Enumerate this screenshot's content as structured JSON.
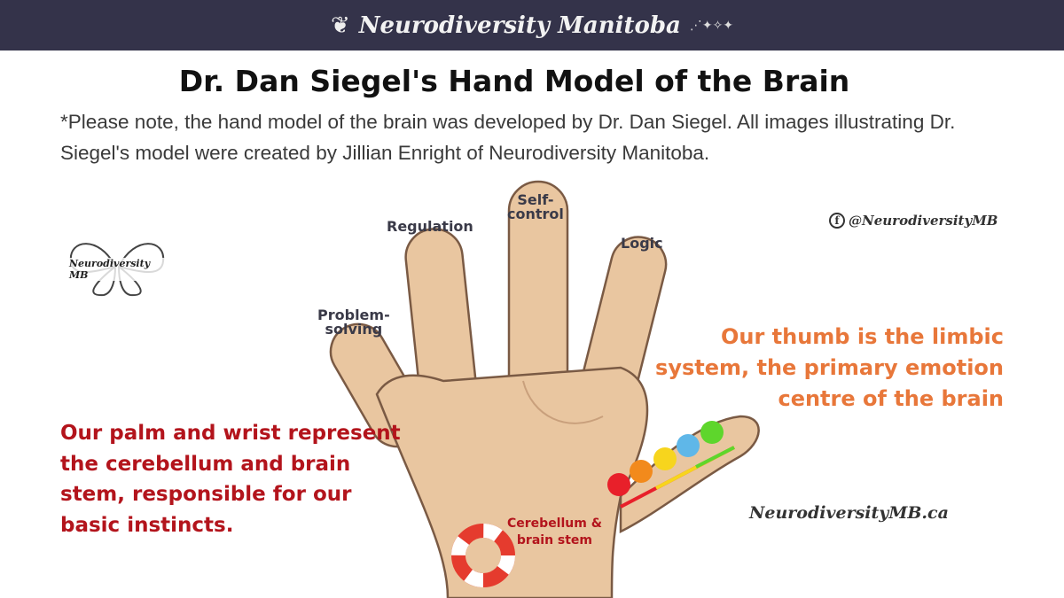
{
  "header": {
    "brand": "Neurodiversity Manitoba"
  },
  "title": "Dr. Dan Siegel's Hand Model of the Brain",
  "note": "*Please note, the hand model of the brain was developed by Dr. Dan Siegel. All images illustrating Dr. Siegel's model were created by Jillian Enright of Neurodiversity Manitoba.",
  "fingers": {
    "problem_solving": "Problem-\nsolving",
    "regulation": "Regulation",
    "self_control": "Self-\ncontrol",
    "logic": "Logic"
  },
  "palm_text": "Our palm and wrist represent the cerebellum and brain stem, responsible for our basic instincts.",
  "thumb_text": "Our thumb is the limbic system, the primary emotion centre of the brain",
  "cerebellum_label": "Cerebellum &\nbrain stem",
  "logo_text": "Neurodiversity MB",
  "social_handle": "@NeurodiversityMB",
  "website": "NeurodiversityMB.ca",
  "colors": {
    "header": "#34334a",
    "palm_text": "#b3141c",
    "thumb_text": "#e8773a",
    "skin": "#e9c6a0",
    "emotions": [
      "#e8202a",
      "#f28a1c",
      "#f7d51d",
      "#5fb7e8",
      "#5ed62c"
    ]
  }
}
